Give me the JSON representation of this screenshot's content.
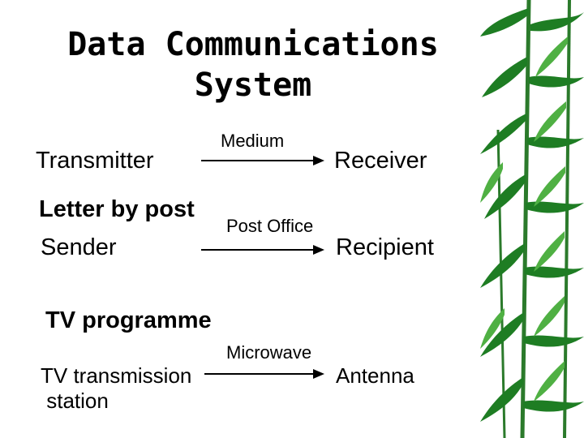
{
  "title": {
    "line1": "Data Communications",
    "line2": "System"
  },
  "row1": {
    "transmitter": "Transmitter",
    "medium": "Medium",
    "receiver": "Receiver"
  },
  "row2": {
    "heading": "Letter by post",
    "sender": "Sender",
    "medium": "Post Office",
    "recipient": "Recipient"
  },
  "row3": {
    "heading": "TV programme",
    "transmitter_line1": "TV transmission",
    "transmitter_line2": " station",
    "medium": "Microwave",
    "receiver": "Antenna"
  },
  "colors": {
    "background": "#ffffff",
    "text": "#000000",
    "foliage_dark": "#0f6a1a",
    "foliage_light": "#3fa63a"
  },
  "decoration": {
    "right_strip_icon": "bamboo-leaves-icon"
  }
}
